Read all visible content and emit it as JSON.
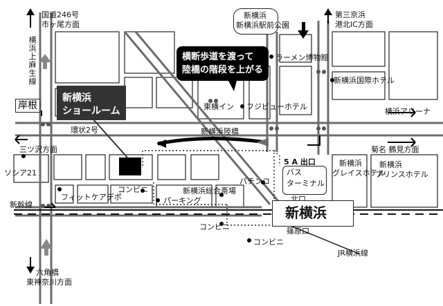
{
  "labels": {
    "route246": "国道246号",
    "ichigao": "市ヶ尾方面",
    "yokohama_kamiasao": "横浜上麻生線",
    "kishine": "岸根",
    "kanjo2": "環状2号",
    "mitsuzawa": "三ツ沢方面",
    "sosia21": "ソシア21",
    "fitcare": "フィットケアデポ",
    "shinkansen": "新幹線",
    "rokkakubashi": "六角橋",
    "higashikanagawa": "東神奈川方面",
    "shinyoko_park": "新横浜駅前公園",
    "third_keihin": "第三京浜",
    "kohoku_ic": "港北IC方面",
    "ramen": "ラーメン博物館",
    "shinyoko_kokusai": "新横浜国際ホテル",
    "toyoko_inn": "東横イン",
    "fujiview": "フジビューホテル",
    "yokohama_arena": "横浜アリーナ",
    "rikkyo": "新横浜陸橋",
    "kikuna_tsurumi": "菊名 鶴見方面",
    "gate5a": "5 A 出口",
    "north_exit": "北口",
    "bus_terminal_1": "バス",
    "bus_terminal_2": "ターミナル",
    "pachinko": "パチンコ",
    "konbini1": "コンビニ",
    "parking": "パーキング",
    "sogo_shoba": "新横浜総合斎場",
    "konbini2": "コンビニ",
    "konbini3": "コンビニ",
    "shinohara": "篠原口",
    "station": "新横浜",
    "jr_line": "JR横浜線",
    "grace_1": "新横浜",
    "grace_2": "グレイスホテル",
    "prince_1": "新横浜",
    "prince_2": "プリンスホテル"
  },
  "callouts": {
    "showroom_1": "新横浜",
    "showroom_2": "ショールーム",
    "crossing_1": "横断歩道を渡って",
    "crossing_2": "陸橋の階段を上がる"
  },
  "colors": {
    "road": "#6b6b6b",
    "block": "#111111",
    "traffic_light": "#555555",
    "showroom_box": "#333333",
    "target_building": "#000000"
  }
}
